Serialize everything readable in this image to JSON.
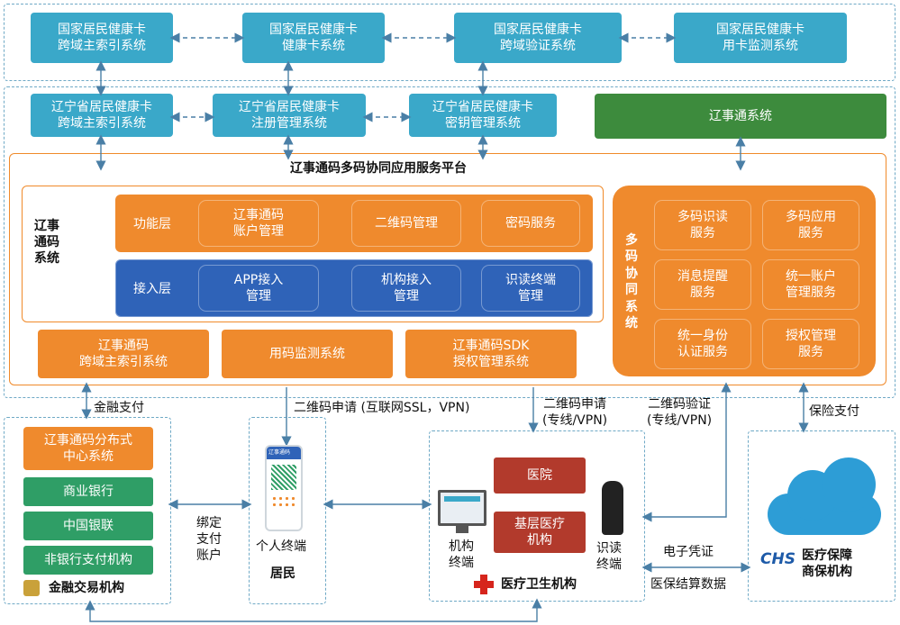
{
  "colors": {
    "teal": "#3aa8c9",
    "orange": "#ef8a2d",
    "blue": "#2f63b8",
    "green": "#2f9e66",
    "red": "#b23a2c",
    "dash": "#6fa9c6"
  },
  "national": [
    "国家居民健康卡\n跨域主索引系统",
    "国家居民健康卡\n健康卡系统",
    "国家居民健康卡\n跨域验证系统",
    "国家居民健康卡\n用卡监测系统"
  ],
  "provincial": [
    "辽宁省居民健康卡\n跨域主索引系统",
    "辽宁省居民健康卡\n注册管理系统",
    "辽宁省居民健康卡\n密钥管理系统"
  ],
  "liaoshitong_system": "辽事通系统",
  "platform_title": "辽事通码多码协同应用服务平台",
  "code_system_label": "辽事\n通码\n系统",
  "function_layer": {
    "label": "功能层",
    "items": [
      "辽事通码\n账户管理",
      "二维码管理",
      "密码服务"
    ]
  },
  "access_layer": {
    "label": "接入层",
    "items": [
      "APP接入\n管理",
      "机构接入\n管理",
      "识读终端\n管理"
    ]
  },
  "multi_code": {
    "label": "多\n码\n协\n同\n系\n统",
    "items": [
      "多码识读\n服务",
      "多码应用\n服务",
      "消息提醒\n服务",
      "统一账户\n管理服务",
      "统一身份\n认证服务",
      "授权管理\n服务"
    ]
  },
  "bottom_row": [
    "辽事通码\n跨域主索引系统",
    "用码监测系统",
    "辽事通码SDK\n授权管理系统"
  ],
  "links": {
    "finance_pay": "金融支付",
    "qr_apply_internet": "二维码申请 (互联网SSL，VPN)",
    "qr_apply_private": "二维码申请\n(专线/VPN)",
    "qr_verify": "二维码验证\n(专线/VPN)",
    "insurance_pay": "保险支付",
    "bind_account": "绑定\n支付\n账户",
    "e_voucher": "电子凭证",
    "settlement": "医保结算数据"
  },
  "finance": {
    "items": [
      "辽事通码分布式\n中心系统",
      "商业银行",
      "中国银联",
      "非银行支付机构"
    ],
    "label": "金融交易机构"
  },
  "resident": {
    "terminal": "个人终端",
    "label": "居民"
  },
  "medical": {
    "hospital": "医院",
    "primary": "基层医疗\n机构",
    "org_terminal": "机构\n终端",
    "reader_terminal": "识读\n终端",
    "label": "医疗卫生机构"
  },
  "insurance": {
    "logo": "CHS",
    "label": "医疗保障\n商保机构"
  },
  "phone": {
    "title": "辽事通码"
  }
}
